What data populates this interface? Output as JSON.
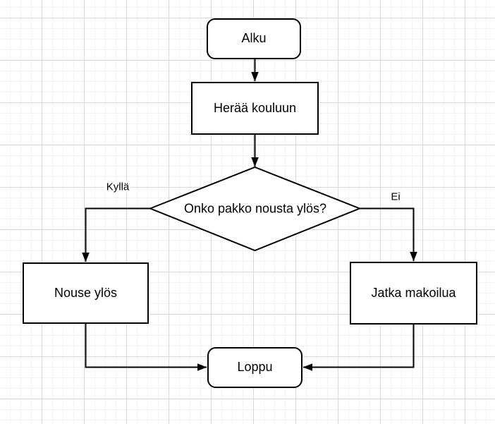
{
  "canvas": {
    "background_color": "#ffffff",
    "grid_minor_color": "#f3f3f3",
    "grid_major_color": "#d9d9d9"
  },
  "flowchart": {
    "stroke_color": "#000000",
    "node_fill_color": "#ffffff",
    "text_color": "#000000",
    "nodes": [
      {
        "id": "alku",
        "shape": "rounded-rectangle",
        "role": "start",
        "label": "Alku"
      },
      {
        "id": "heraa-kouluun",
        "shape": "rectangle",
        "role": "process",
        "label": "Herää kouluun"
      },
      {
        "id": "onko-pakko-nousta",
        "shape": "diamond",
        "role": "decision",
        "label": "Onko pakko nousta ylös?"
      },
      {
        "id": "nouse-ylos",
        "shape": "rectangle",
        "role": "process",
        "label": "Nouse ylös"
      },
      {
        "id": "jatka-makoilua",
        "shape": "rectangle",
        "role": "process",
        "label": "Jatka makoilua"
      },
      {
        "id": "loppu",
        "shape": "rounded-rectangle",
        "role": "end",
        "label": "Loppu"
      }
    ],
    "edge_labels": [
      {
        "id": "yes-branch",
        "label": "Kyllä"
      },
      {
        "id": "no-branch",
        "label": "Ei"
      }
    ]
  }
}
